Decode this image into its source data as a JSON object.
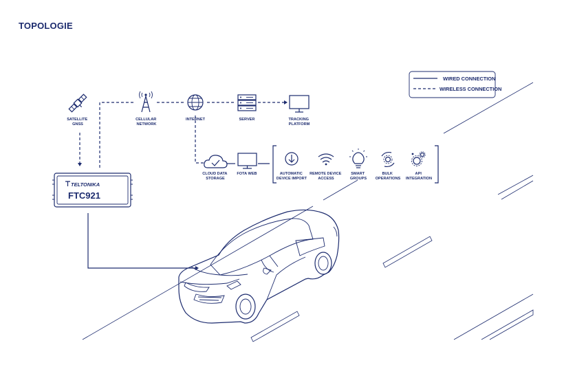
{
  "title": "TOPOLOGIE",
  "legend": {
    "wired": "WIRED CONNECTION",
    "wireless": "WIRELESS CONNECTION"
  },
  "nodes": {
    "satellite": [
      "SATELLITE",
      "GNSS"
    ],
    "cellular": [
      "CELLULAR",
      "NETWORK"
    ],
    "internet": [
      "INTERNET"
    ],
    "server": [
      "SERVER"
    ],
    "tracking": [
      "TRACKING",
      "PLATFORM"
    ],
    "cloud": [
      "CLOUD DATA",
      "STORAGE"
    ],
    "fota": [
      "FOTA WEB"
    ],
    "auto_import": [
      "AUTOMATIC",
      "DEVICE IMPORT"
    ],
    "remote_access": [
      "REMOTE DEVICE",
      "ACCESS"
    ],
    "smart_groups": [
      "SMART",
      "GROUPS"
    ],
    "bulk_ops": [
      "BULK",
      "OPERATIONS"
    ],
    "api": [
      "API",
      "INTEGRATION"
    ]
  },
  "device": {
    "brand": "TELTONIKA",
    "model": "FTC921"
  },
  "colors": {
    "primary": "#1c2b6e",
    "background": "#ffffff"
  },
  "icons": {
    "satellite": "satellite-icon",
    "cellular": "cell-tower-icon",
    "internet": "globe-icon",
    "server": "server-icon",
    "tracking": "monitor-icon",
    "cloud": "cloud-check-icon",
    "fota": "monitor-icon",
    "auto_import": "download-circle-icon",
    "remote_access": "wifi-icon",
    "smart_groups": "lightbulb-icon",
    "bulk_ops": "gear-cycle-icon",
    "api": "gears-icon"
  }
}
